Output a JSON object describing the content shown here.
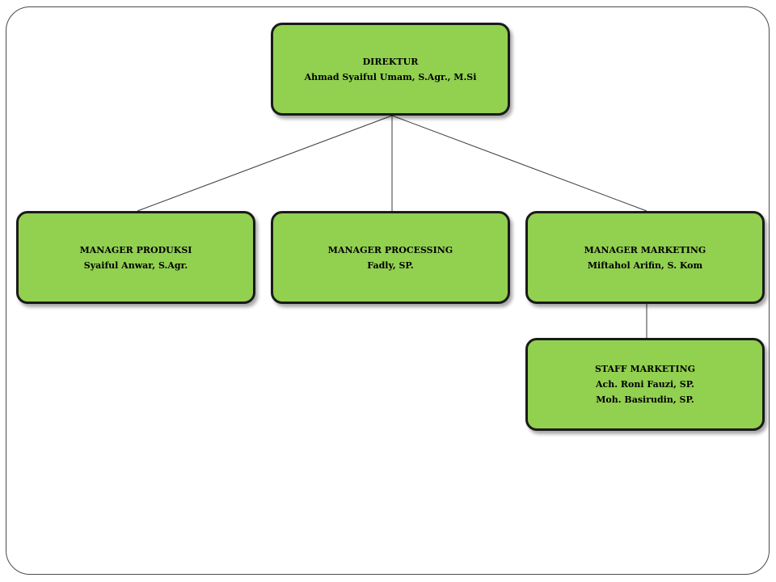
{
  "direktur": {
    "title": "DIREKTUR",
    "name": "Ahmad Syaiful Umam, S.Agr., M.Si"
  },
  "managers": [
    {
      "title": "MANAGER PRODUKSI",
      "name": "Syaiful Anwar, S.Agr."
    },
    {
      "title": "MANAGER PROCESSING",
      "name": "Fadly, SP."
    },
    {
      "title": "MANAGER MARKETING",
      "name": "Miftahol Arifin, S. Kom"
    }
  ],
  "staff_marketing": {
    "title": "STAFF MARKETING",
    "names": [
      "Ach. Roni Fauzi, SP.",
      "Moh. Basirudin, SP."
    ]
  },
  "colors": {
    "box_fill": "#92d050",
    "box_border": "#1a1a1a",
    "connector": "#3a3a3a"
  }
}
